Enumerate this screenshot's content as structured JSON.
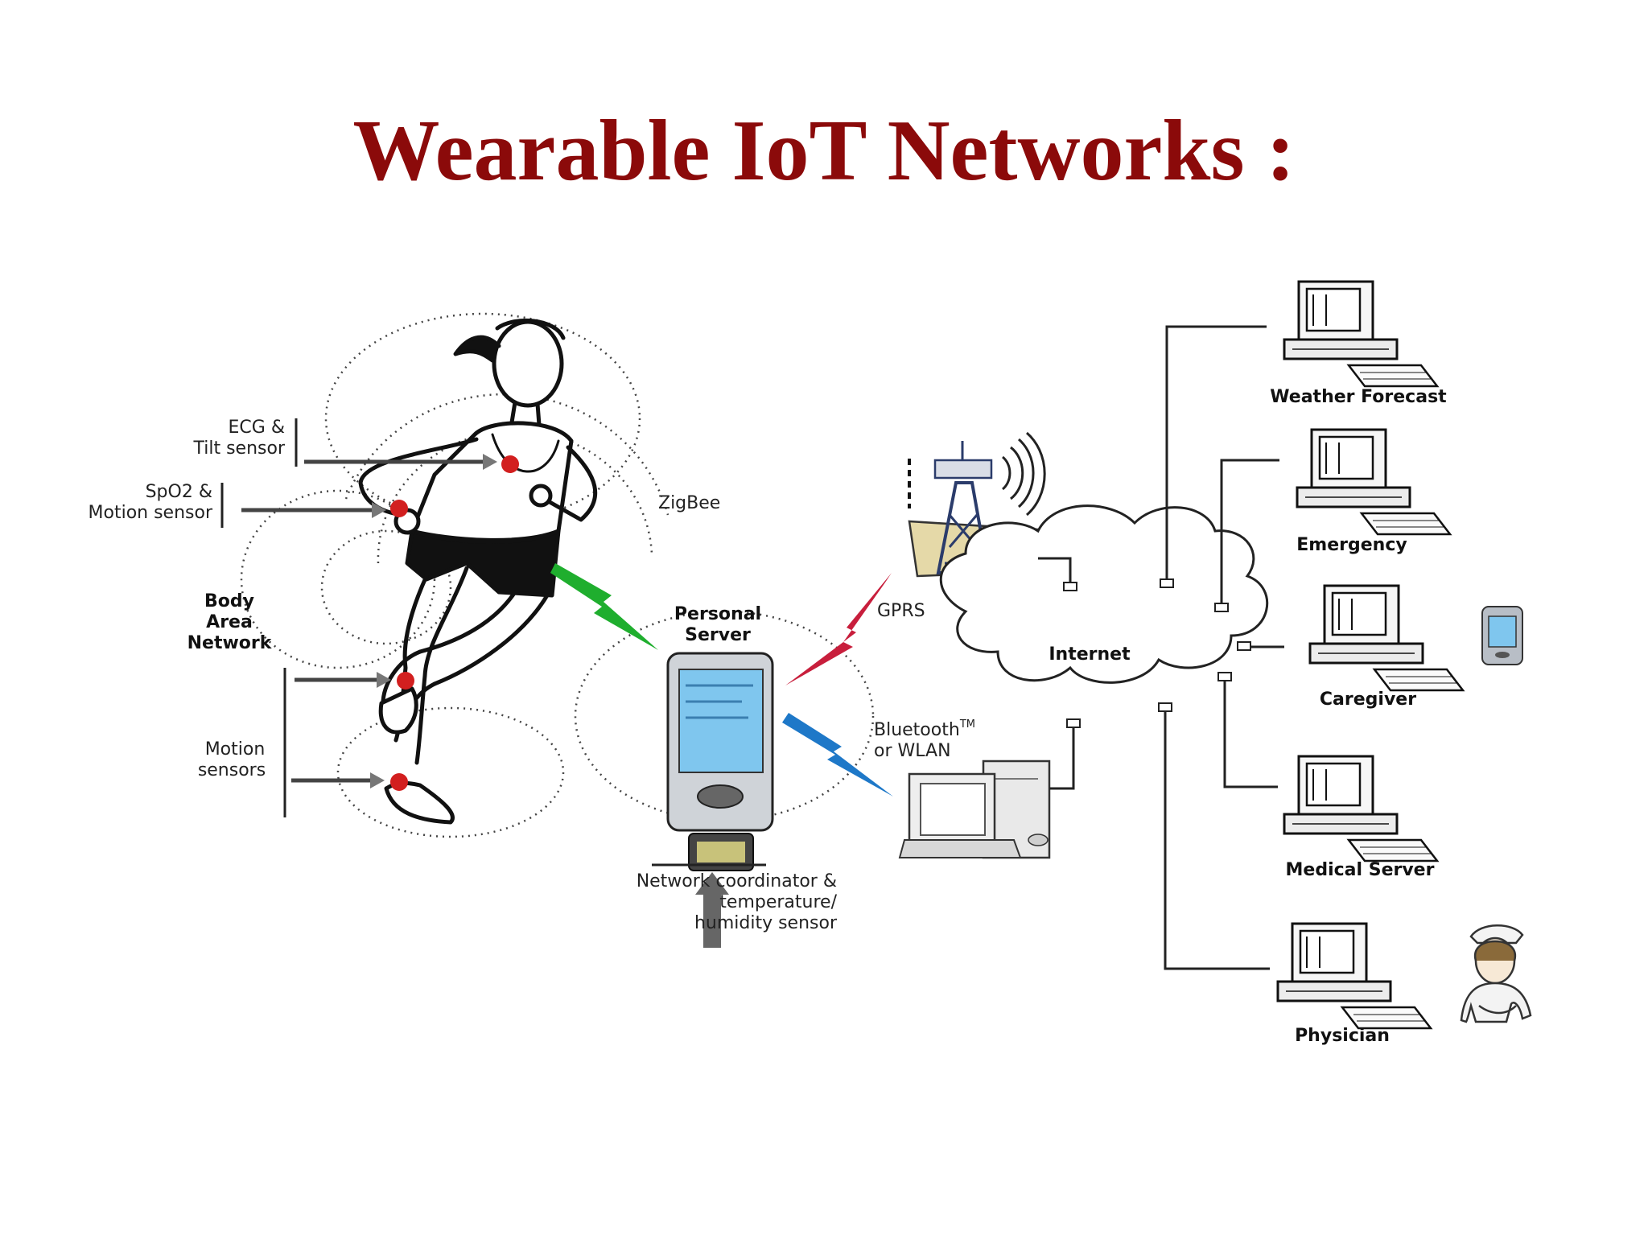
{
  "slide": {
    "title": "Wearable IoT Networks :"
  },
  "labels": {
    "ecg_line1": "ECG &",
    "ecg_line2": "Tilt sensor",
    "spo2_line1": "SpO2 &",
    "spo2_line2": "Motion sensor",
    "ban_line1": "Body",
    "ban_line2": "Area",
    "ban_line3": "Network",
    "motion_line1": "Motion",
    "motion_line2": "sensors",
    "zigbee": "ZigBee",
    "server_line1": "Personal",
    "server_line2": "Server",
    "gprs": "GPRS",
    "bt_line1": "Bluetooth",
    "bt_tm": "TM",
    "bt_line2": "or WLAN",
    "coord_line1": "Network coordinator &",
    "coord_line2": "temperature/",
    "coord_line3": "humidity sensor",
    "internet": "Internet",
    "weather": "Weather Forecast",
    "emergency": "Emergency",
    "caregiver": "Caregiver",
    "medical": "Medical Server",
    "physician": "Physician"
  },
  "colors": {
    "title": "#8b0a0a",
    "sensor_dot": "#d21f1f",
    "zigbee_bolt": "#1fae2e",
    "gprs_bolt": "#c81e3c",
    "bt_bolt": "#1e78c8",
    "pda_screen": "#7fc6ee"
  },
  "icons": {
    "runner": "runner-figure",
    "pda": "pda-device",
    "tower": "cell-tower-icon",
    "cloud": "internet-cloud",
    "pc": "desktop-computer-icon",
    "nurse": "nurse-figure"
  }
}
